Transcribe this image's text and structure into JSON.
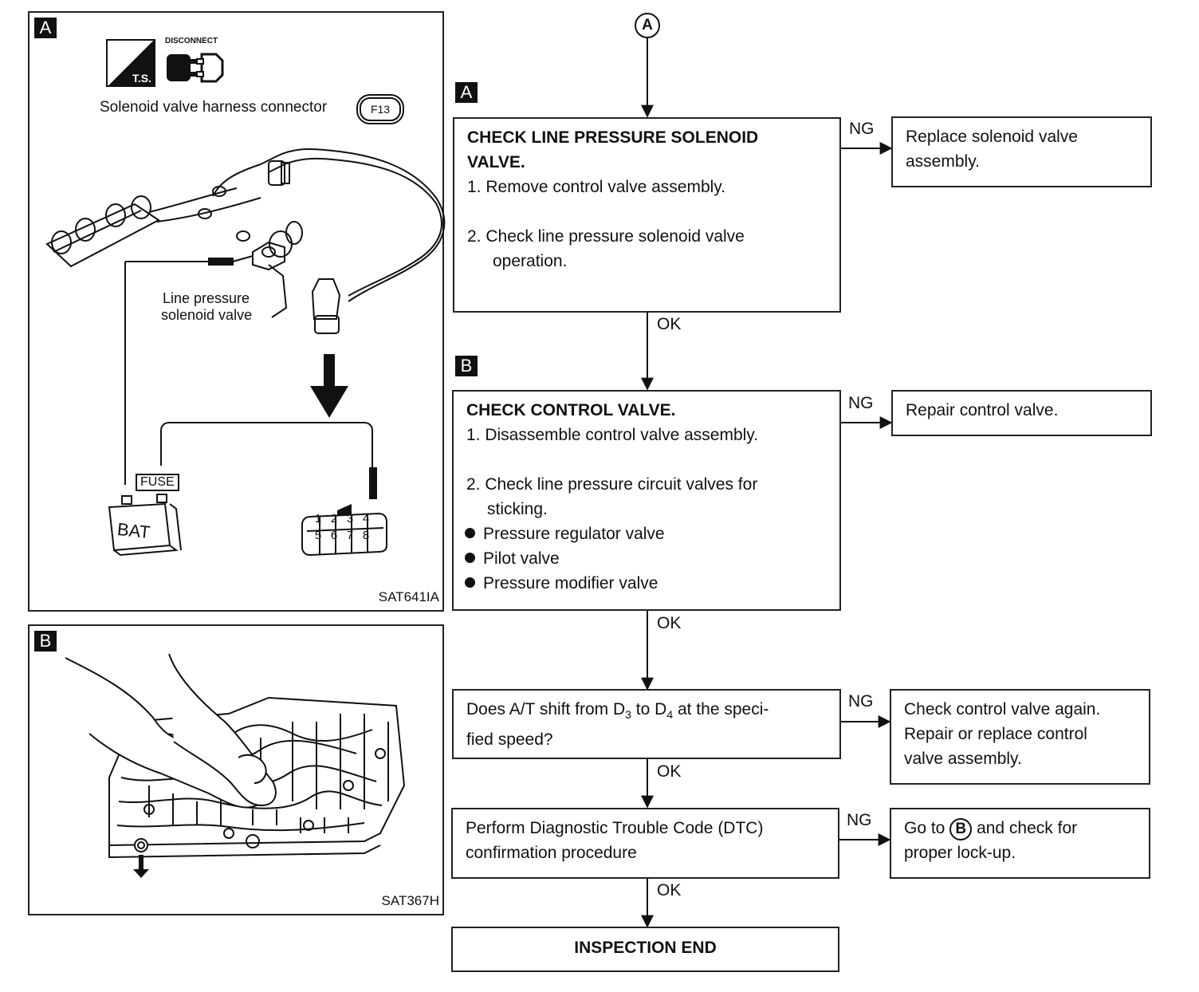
{
  "connector": "A",
  "fig_a": {
    "tag": "A",
    "ts_label": "T.S.",
    "disconnect_label": "DISCONNECT",
    "caption": "Solenoid valve harness connector",
    "connector_id": "F13",
    "valve_label_1": "Line pressure",
    "valve_label_2": "solenoid valve",
    "fuse": "FUSE",
    "bat": "BAT",
    "pins_top": [
      "1",
      "2",
      "3",
      "4"
    ],
    "pins_bottom": [
      "5",
      "6",
      "7",
      "8"
    ],
    "code": "SAT641IA"
  },
  "fig_b": {
    "tag": "B",
    "code": "SAT367H"
  },
  "flow": {
    "tag_a": "A",
    "tag_b": "B",
    "step1": {
      "title_1": "CHECK LINE PRESSURE SOLENOID",
      "title_2": "VALVE.",
      "item1": "1.  Remove control valve assembly.",
      "item2": "2.  Check line pressure solenoid valve",
      "item2b": "operation."
    },
    "result1": {
      "line1": "Replace solenoid valve",
      "line2": "assembly."
    },
    "step2": {
      "title": "CHECK CONTROL VALVE.",
      "item1": "1. Disassemble control valve assembly.",
      "item2": "2. Check line pressure circuit valves for",
      "item2b": "sticking.",
      "bullets": [
        "Pressure regulator valve",
        "Pilot valve",
        "Pressure modifier valve"
      ]
    },
    "result2": {
      "line1": "Repair control valve."
    },
    "step3": {
      "line1_a": "Does A/T shift from D",
      "sub1": "3",
      "line1_b": " to D",
      "sub2": "4",
      "line1_c": " at the speci-",
      "line2": "fied speed?"
    },
    "result3": {
      "line1": "Check control valve again.",
      "line2": "Repair or replace control",
      "line3": "valve assembly."
    },
    "step4": {
      "line1": "Perform Diagnostic Trouble Code (DTC)",
      "line2": "confirmation procedure"
    },
    "result4": {
      "pre": "Go to",
      "circle": "B",
      "post": "and check for",
      "line2": "proper lock-up."
    },
    "end": "INSPECTION END",
    "ng": "NG",
    "ok": "OK"
  }
}
